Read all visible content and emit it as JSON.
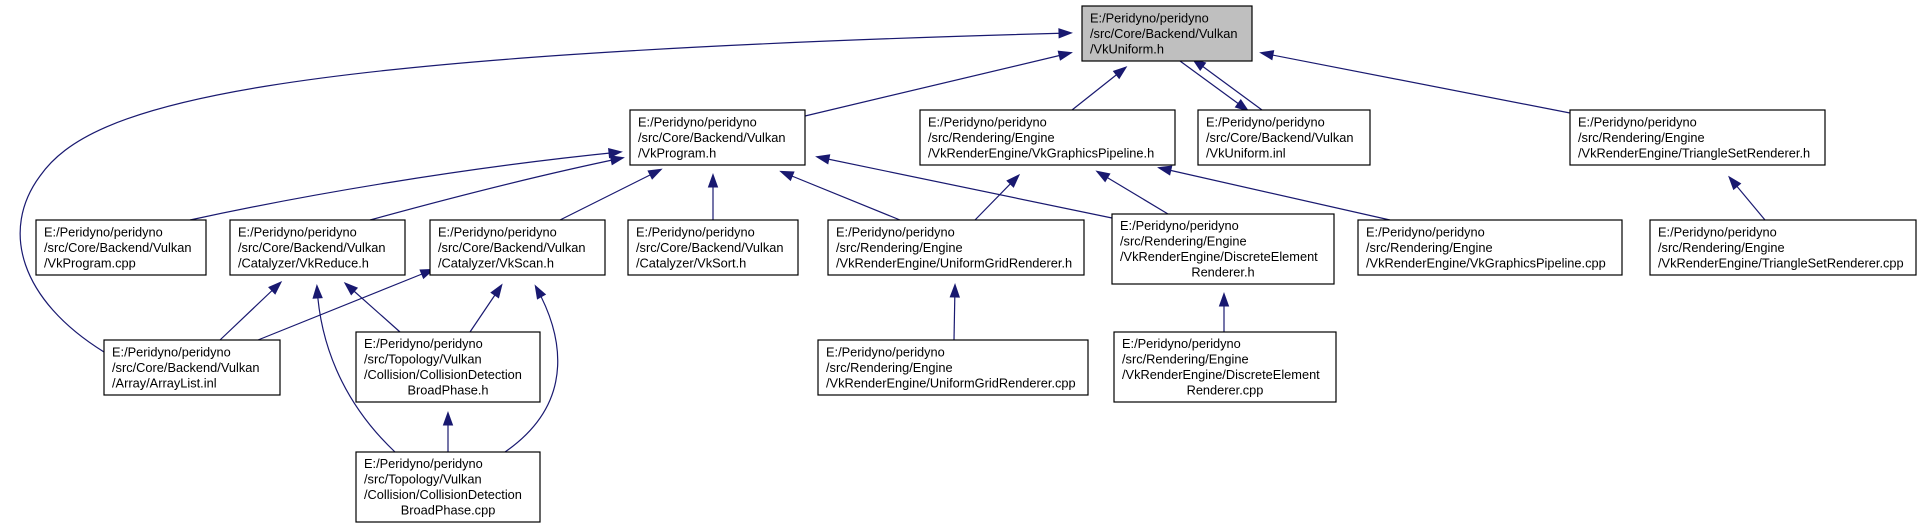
{
  "nodes": [
    {
      "id": "vkuniform_h",
      "lines": [
        "E:/Peridyno/peridyno",
        "/src/Core/Backend/Vulkan",
        "/VkUniform.h"
      ],
      "highlighted": true
    },
    {
      "id": "vkprogram_h",
      "lines": [
        "E:/Peridyno/peridyno",
        "/src/Core/Backend/Vulkan",
        "/VkProgram.h"
      ]
    },
    {
      "id": "vkgraphicspipeline_h",
      "lines": [
        "E:/Peridyno/peridyno",
        "/src/Rendering/Engine",
        "/VkRenderEngine/VkGraphicsPipeline.h"
      ]
    },
    {
      "id": "vkuniform_inl",
      "lines": [
        "E:/Peridyno/peridyno",
        "/src/Core/Backend/Vulkan",
        "/VkUniform.inl"
      ]
    },
    {
      "id": "trianglesetrenderer_h",
      "lines": [
        "E:/Peridyno/peridyno",
        "/src/Rendering/Engine",
        "/VkRenderEngine/TriangleSetRenderer.h"
      ]
    },
    {
      "id": "vkprogram_cpp",
      "lines": [
        "E:/Peridyno/peridyno",
        "/src/Core/Backend/Vulkan",
        "/VkProgram.cpp"
      ]
    },
    {
      "id": "vkreduce_h",
      "lines": [
        "E:/Peridyno/peridyno",
        "/src/Core/Backend/Vulkan",
        "/Catalyzer/VkReduce.h"
      ]
    },
    {
      "id": "vkscan_h",
      "lines": [
        "E:/Peridyno/peridyno",
        "/src/Core/Backend/Vulkan",
        "/Catalyzer/VkScan.h"
      ]
    },
    {
      "id": "vksort_h",
      "lines": [
        "E:/Peridyno/peridyno",
        "/src/Core/Backend/Vulkan",
        "/Catalyzer/VkSort.h"
      ]
    },
    {
      "id": "uniformgridrenderer_h",
      "lines": [
        "E:/Peridyno/peridyno",
        "/src/Rendering/Engine",
        "/VkRenderEngine/UniformGridRenderer.h"
      ]
    },
    {
      "id": "discreteelementrenderer_h",
      "lines": [
        "E:/Peridyno/peridyno",
        "/src/Rendering/Engine",
        "/VkRenderEngine/DiscreteElement",
        "Renderer.h"
      ]
    },
    {
      "id": "vkgraphicspipeline_cpp",
      "lines": [
        "E:/Peridyno/peridyno",
        "/src/Rendering/Engine",
        "/VkRenderEngine/VkGraphicsPipeline.cpp"
      ]
    },
    {
      "id": "trianglesetrenderer_cpp",
      "lines": [
        "E:/Peridyno/peridyno",
        "/src/Rendering/Engine",
        "/VkRenderEngine/TriangleSetRenderer.cpp"
      ]
    },
    {
      "id": "arraylist_inl",
      "lines": [
        "E:/Peridyno/peridyno",
        "/src/Core/Backend/Vulkan",
        "/Array/ArrayList.inl"
      ]
    },
    {
      "id": "collisiondetectionbroadphase_h",
      "lines": [
        "E:/Peridyno/peridyno",
        "/src/Topology/Vulkan",
        "/Collision/CollisionDetection",
        "BroadPhase.h"
      ]
    },
    {
      "id": "uniformgridrenderer_cpp",
      "lines": [
        "E:/Peridyno/peridyno",
        "/src/Rendering/Engine",
        "/VkRenderEngine/UniformGridRenderer.cpp"
      ]
    },
    {
      "id": "discreteelementrenderer_cpp",
      "lines": [
        "E:/Peridyno/peridyno",
        "/src/Rendering/Engine",
        "/VkRenderEngine/DiscreteElement",
        "Renderer.cpp"
      ]
    },
    {
      "id": "collisiondetectionbroadphase_cpp",
      "lines": [
        "E:/Peridyno/peridyno",
        "/src/Topology/Vulkan",
        "/Collision/CollisionDetection",
        "BroadPhase.cpp"
      ]
    }
  ],
  "edges": [
    {
      "from": "vkprogram_h",
      "to": "vkuniform_h"
    },
    {
      "from": "vkgraphicspipeline_h",
      "to": "vkuniform_h"
    },
    {
      "from": "vkuniform_inl",
      "to": "vkuniform_h"
    },
    {
      "from": "vkuniform_h",
      "to": "vkuniform_inl"
    },
    {
      "from": "trianglesetrenderer_h",
      "to": "vkuniform_h"
    },
    {
      "from": "arraylist_inl",
      "to": "vkuniform_h"
    },
    {
      "from": "vkprogram_cpp",
      "to": "vkprogram_h"
    },
    {
      "from": "vkreduce_h",
      "to": "vkprogram_h"
    },
    {
      "from": "vkscan_h",
      "to": "vkprogram_h"
    },
    {
      "from": "vksort_h",
      "to": "vkprogram_h"
    },
    {
      "from": "uniformgridrenderer_h",
      "to": "vkprogram_h"
    },
    {
      "from": "discreteelementrenderer_h",
      "to": "vkprogram_h"
    },
    {
      "from": "uniformgridrenderer_h",
      "to": "vkgraphicspipeline_h"
    },
    {
      "from": "discreteelementrenderer_h",
      "to": "vkgraphicspipeline_h"
    },
    {
      "from": "vkgraphicspipeline_cpp",
      "to": "vkgraphicspipeline_h"
    },
    {
      "from": "trianglesetrenderer_cpp",
      "to": "trianglesetrenderer_h"
    },
    {
      "from": "arraylist_inl",
      "to": "vkreduce_h"
    },
    {
      "from": "collisiondetectionbroadphase_h",
      "to": "vkreduce_h"
    },
    {
      "from": "collisiondetectionbroadphase_cpp",
      "to": "vkreduce_h"
    },
    {
      "from": "arraylist_inl",
      "to": "vkscan_h"
    },
    {
      "from": "collisiondetectionbroadphase_h",
      "to": "vkscan_h"
    },
    {
      "from": "collisiondetectionbroadphase_cpp",
      "to": "vkscan_h"
    },
    {
      "from": "collisiondetectionbroadphase_cpp",
      "to": "collisiondetectionbroadphase_h"
    },
    {
      "from": "uniformgridrenderer_cpp",
      "to": "uniformgridrenderer_h"
    },
    {
      "from": "discreteelementrenderer_cpp",
      "to": "discreteelementrenderer_h"
    }
  ],
  "colors": {
    "edge": "#191970",
    "highlighted_node_fill": "#bfbfbf",
    "node_fill": "#ffffff",
    "node_border": "#000000"
  }
}
